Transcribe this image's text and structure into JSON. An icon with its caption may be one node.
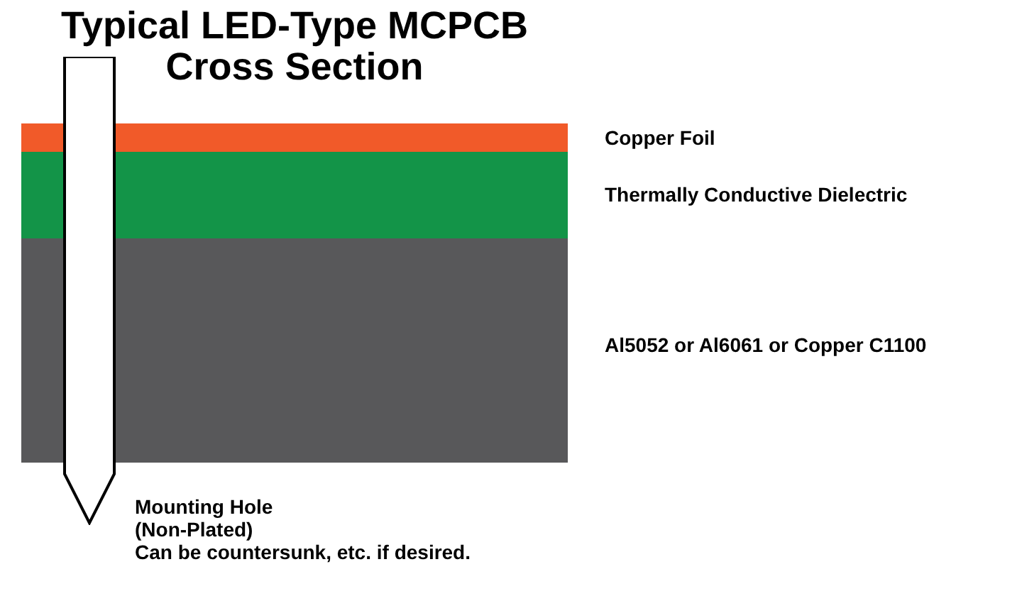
{
  "diagram": {
    "title": "Typical LED-Type MCPCB Cross Section",
    "nodes": [
      {
        "text": [],
        "shape": "bar",
        "beside": [
          "Copper Foil"
        ]
      },
      {
        "text": [],
        "shape": "bar",
        "beside": [
          "Thermally Conductive Dielectric"
        ]
      },
      {
        "text": [],
        "shape": "bar",
        "beside": [
          "Al5052 or Al6061 or Copper C1100"
        ]
      },
      {
        "text": [],
        "shape": "pentagon",
        "beside": [
          "Mounting Hole (Non-Plated)",
          "Can be countersunk, etc. if desired."
        ]
      }
    ],
    "edges": []
  }
}
